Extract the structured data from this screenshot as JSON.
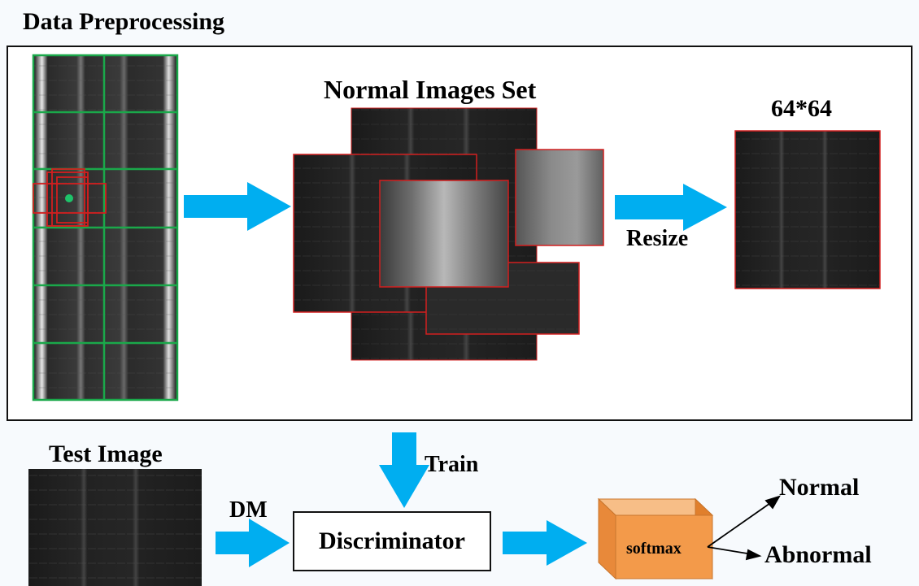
{
  "header": {
    "title": "Data Preprocessing"
  },
  "preprocessing": {
    "set_label": "Normal Images Set",
    "size_label": "64*64",
    "resize_label": "Resize"
  },
  "pipeline": {
    "test_label": "Test Image",
    "train_label": "Train",
    "dm_label": "DM",
    "discriminator_label": "Discriminator",
    "softmax_label": "softmax",
    "output_normal": "Normal",
    "output_abnormal": "Abnormal"
  },
  "colors": {
    "arrow": "#00aef0",
    "grid": "#1aa84a",
    "patch_border": "#d21f1f",
    "softmax_front": "#f39a4a",
    "softmax_top": "#f7be87",
    "softmax_side": "#e07f2c",
    "tire_dark": "#1e1e1e"
  },
  "icons": [
    "arrow-right-icon",
    "arrow-down-icon",
    "cube-icon"
  ]
}
